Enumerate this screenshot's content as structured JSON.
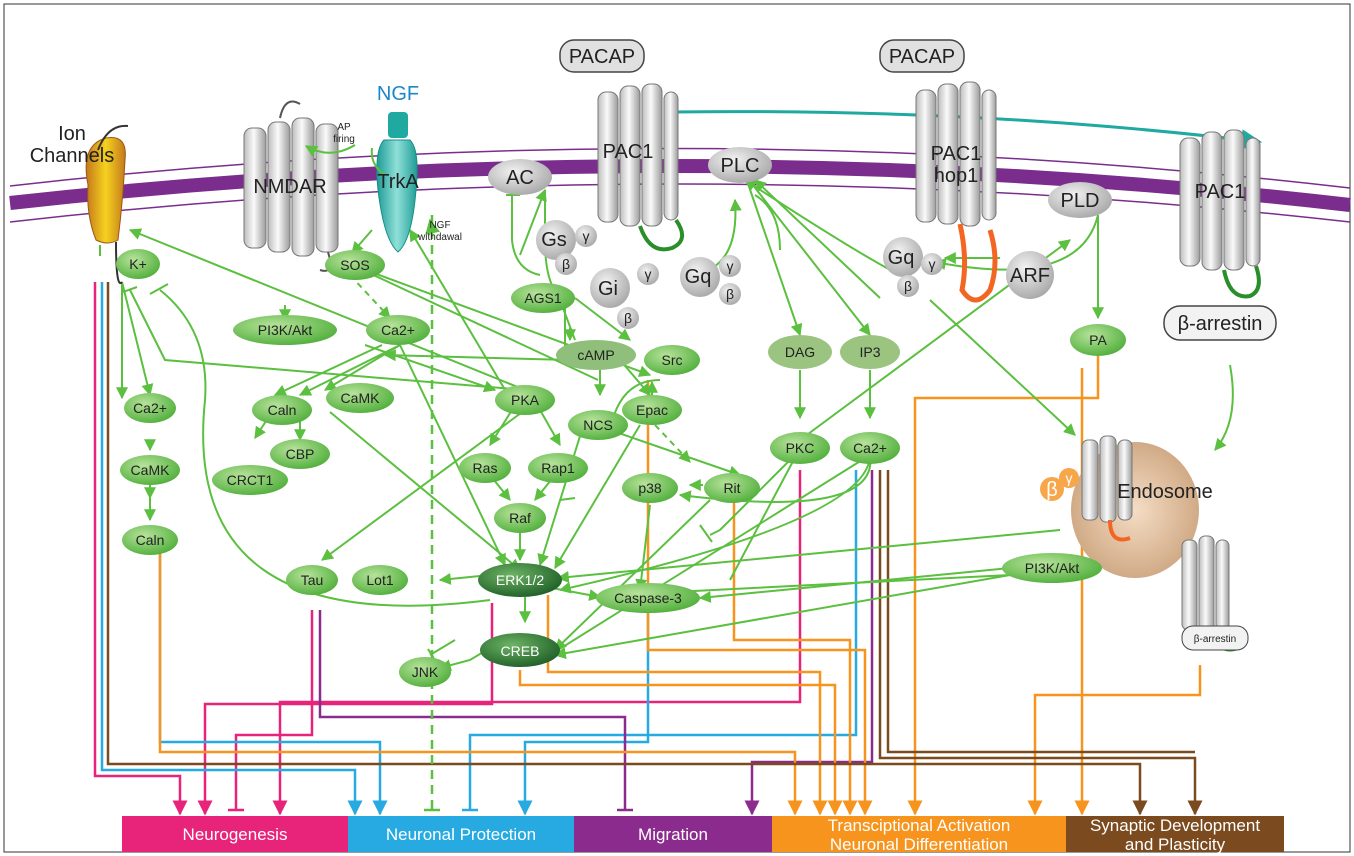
{
  "header": {
    "ion_channels_line1": "Ion",
    "ion_channels_line2": "Channels",
    "ngf": "NGF",
    "ap_firing_line1": "AP",
    "ap_firing_line2": "firing",
    "ngf_withdrawal_line1": "NGF",
    "ngf_withdrawal_line2": "withdawal"
  },
  "receptors": {
    "nmdar": "NMDAR",
    "trka": "TrkA",
    "pacap_left": "PACAP",
    "pacap_right": "PACAP",
    "pac1_left": "PAC1",
    "pac1_hop1_line1": "PAC1",
    "pac1_hop1_line2": "hop1",
    "pac1_right": "PAC1",
    "beta_arrestin": "β-arrestin",
    "beta_arrestin_small": "β-arrestin",
    "endosome": "Endosome"
  },
  "gray_nodes": {
    "ac": "AC",
    "plc": "PLC",
    "pld": "PLD",
    "arf": "ARF",
    "gs": "Gs",
    "gi": "Gi",
    "gq_left": "Gq",
    "gq_right": "Gq",
    "beta": "β",
    "gamma": "γ"
  },
  "green_nodes": {
    "k_plus": "K+",
    "sos": "SOS",
    "pi3k_akt_left": "PI3K/Akt",
    "ca_center": "Ca2+",
    "ags1": "AGS1",
    "camp": "cAMP",
    "src": "Src",
    "dag": "DAG",
    "ip3": "IP3",
    "pa": "PA",
    "ca_left": "Ca2+",
    "caln_mid": "Caln",
    "camk_mid": "CaMK",
    "pka": "PKA",
    "ncs": "NCS",
    "epac": "Epac",
    "pkc": "PKC",
    "ca_right": "Ca2+",
    "camk_left": "CaMK",
    "cbp": "CBP",
    "crct1": "CRCT1",
    "ras": "Ras",
    "rap1": "Rap1",
    "p38": "p38",
    "rit": "Rit",
    "raf": "Raf",
    "caln_left": "Caln",
    "tau": "Tau",
    "lot1": "Lot1",
    "erk": "ERK1/2",
    "caspase": "Caspase-3",
    "pi3k_akt_right": "PI3K/Akt",
    "creb": "CREB",
    "jnk": "JNK"
  },
  "outcomes": [
    {
      "label": "Neurogenesis",
      "color": "#e8237a"
    },
    {
      "label": "Neuronal Protection",
      "color": "#27aae1"
    },
    {
      "label": "Migration",
      "color": "#8b2b8e"
    },
    {
      "label": "Transciptional Activation",
      "label2": "Neuronal Differentiation",
      "color": "#f7941d"
    },
    {
      "label": "Synaptic Development",
      "label2": "and Plasticity",
      "color": "#7b4a1e"
    }
  ],
  "colors": {
    "membrane": "#7b2d8e",
    "green_node": "#6cc24a",
    "dark_green_node": "#2d7a32",
    "gray_node": "#bdbdbd",
    "arrow_green": "#5bbf3f",
    "teal": "#1fa9a0"
  }
}
